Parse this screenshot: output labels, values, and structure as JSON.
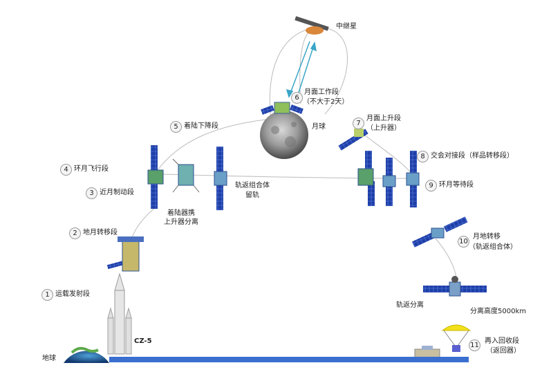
{
  "stages": [
    {
      "n": "1",
      "label": "运载发射段"
    },
    {
      "n": "2",
      "label": "地月转移段"
    },
    {
      "n": "3",
      "label": "近月制动段"
    },
    {
      "n": "4",
      "label": "环月飞行段"
    },
    {
      "n": "5",
      "label": "着陆下降段"
    },
    {
      "n": "6",
      "label": "月面工作段",
      "sub": "（不大于2天）"
    },
    {
      "n": "7",
      "label": "月面上升段",
      "sub": "（上升器）"
    },
    {
      "n": "8",
      "label": "交会对接段（样品转移段）"
    },
    {
      "n": "9",
      "label": "环月等待段"
    },
    {
      "n": "10",
      "label": "月地转移",
      "sub": "（轨返组合体）"
    },
    {
      "n": "11",
      "label": "再入回收段",
      "sub": "（返回器）"
    }
  ],
  "notes": {
    "relay": "中继星",
    "moon": "月球",
    "earth": "地球",
    "rocket": "CZ-5",
    "separation_line1": "着陆器携",
    "separation_line2": "上升器分离",
    "orbit_stay_line1": "轨返组合体",
    "orbit_stay_line2": "留轨",
    "orbiter_return_sep": "轨返分离",
    "sep_altitude": "分离高度5000km"
  },
  "colors": {
    "panel": "#1f3fa8",
    "ground": "#3a6fd0",
    "arrow": "#3aa6c8",
    "parachute": "#f2e01a"
  }
}
